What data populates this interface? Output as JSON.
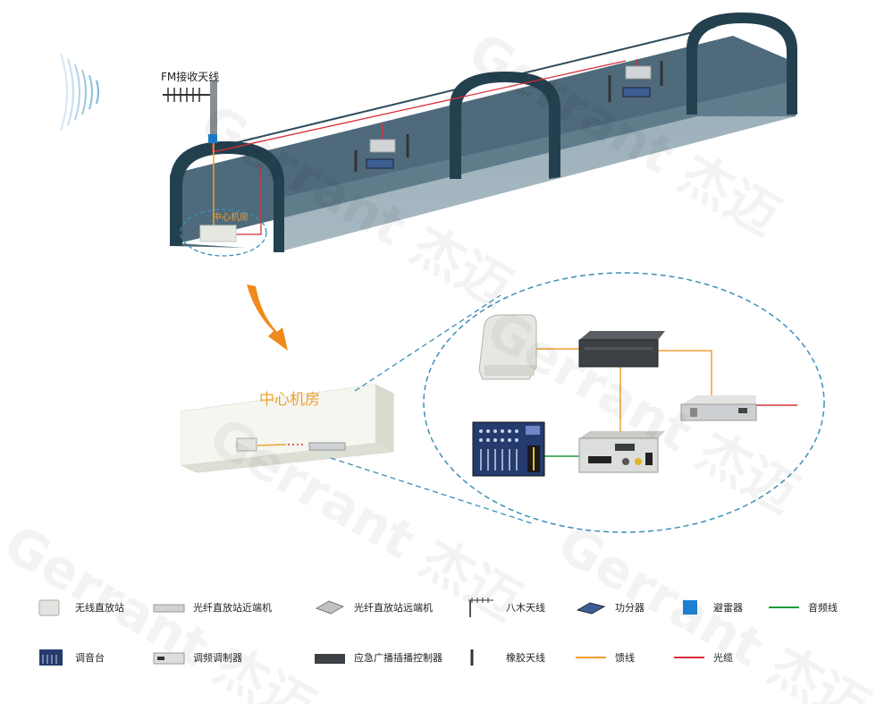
{
  "labels": {
    "fm_antenna": "FM接收天线",
    "center_room_small": "中心机房",
    "center_room": "中心机房"
  },
  "watermark": "Gerrant 杰迈",
  "colors": {
    "tunnel_dark": "#2f4a5c",
    "tunnel_mid": "#4f6b7c",
    "feeder": "#f0a030",
    "optical": "#d9303a",
    "audio": "#1e9a3c",
    "dashed": "#3a8fb7",
    "arrow": "#f08a1c"
  },
  "legend": [
    {
      "icon": "wireless-repeater-icon",
      "label": "无线直放站"
    },
    {
      "icon": "fiber-repeater-near-icon",
      "label": "光纤直放站近端机"
    },
    {
      "icon": "fiber-repeater-far-icon",
      "label": "光纤直放站远端机"
    },
    {
      "icon": "yagi-antenna-icon",
      "label": "八木天线"
    },
    {
      "icon": "splitter-icon",
      "label": "功分器"
    },
    {
      "icon": "lightning-arrester-icon",
      "label": "避雷器"
    },
    {
      "icon": "audio-line-icon",
      "label": "音频线"
    },
    {
      "icon": "mixer-icon",
      "label": "调音台"
    },
    {
      "icon": "fm-modulator-icon",
      "label": "调频调制器"
    },
    {
      "icon": "broadcast-controller-icon",
      "label": "应急广播插播控制器"
    },
    {
      "icon": "rubber-antenna-icon",
      "label": "橡胶天线"
    },
    {
      "icon": "feeder-line-icon",
      "label": "馈线"
    },
    {
      "icon": "optical-cable-icon",
      "label": "光缆"
    }
  ]
}
